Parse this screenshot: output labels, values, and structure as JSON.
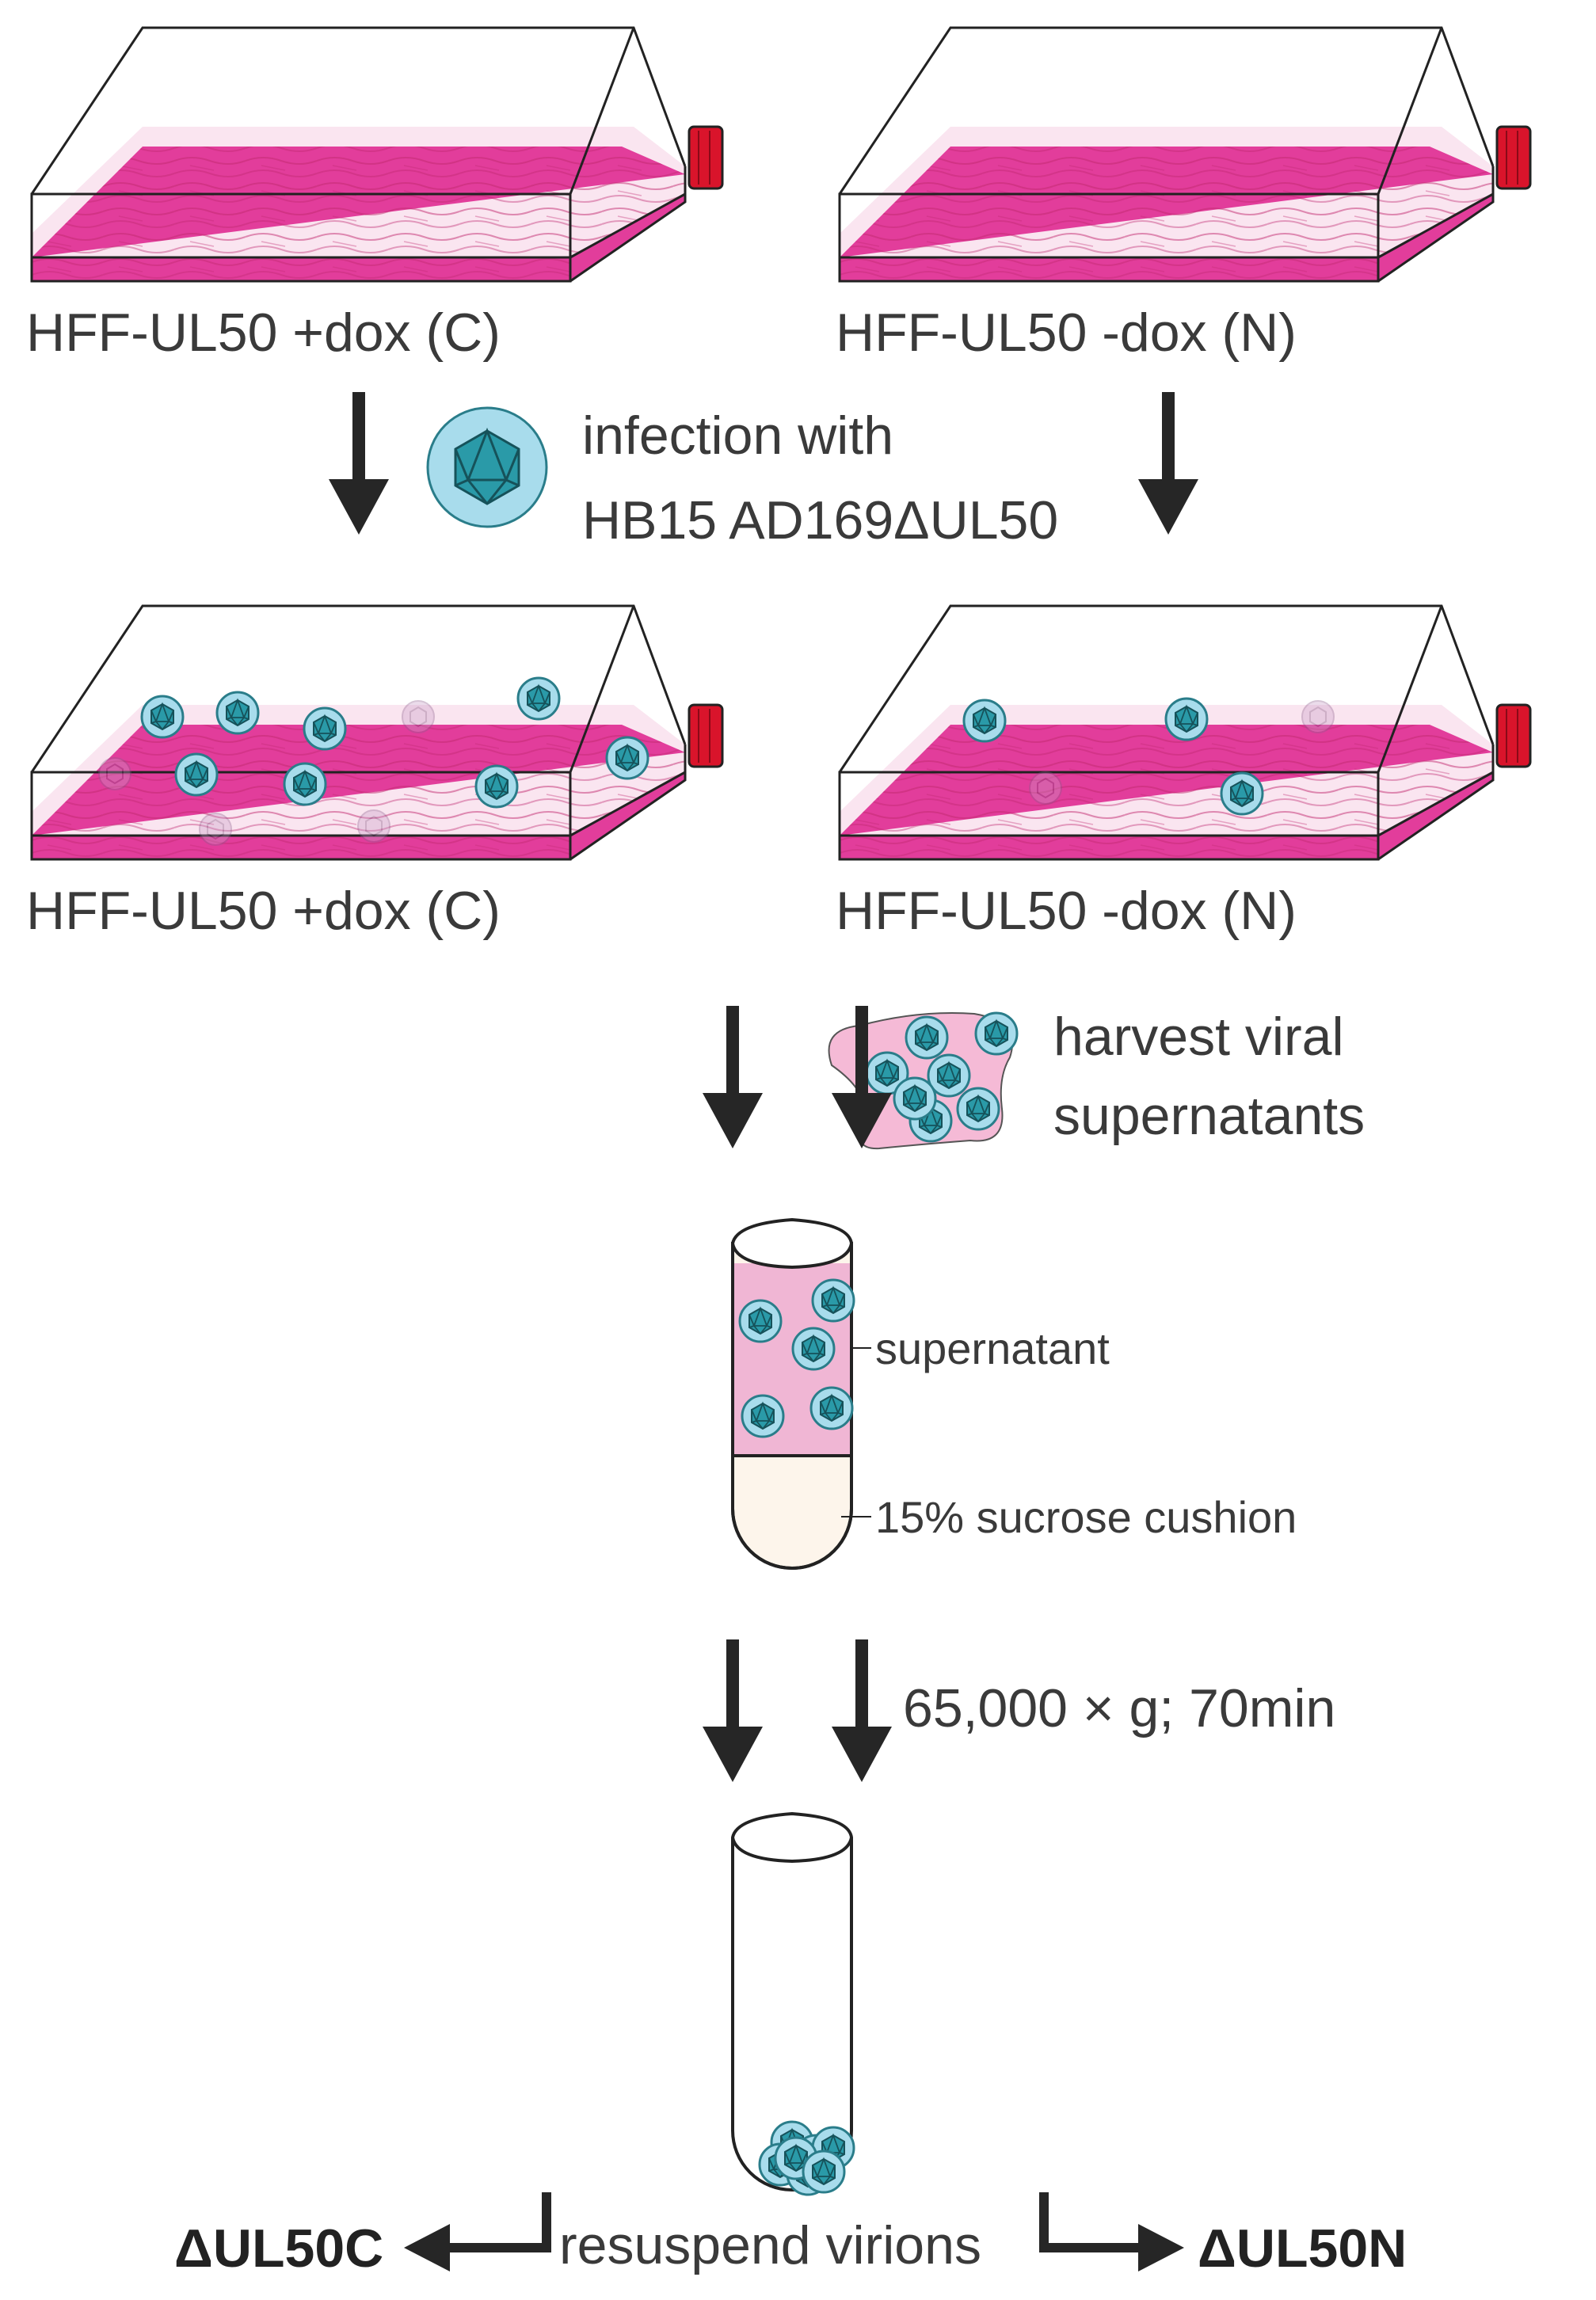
{
  "labels": {
    "flask_top_left": "HFF-UL50 +dox (C)",
    "flask_top_right": "HFF-UL50 -dox (N)",
    "flask_mid_left": "HFF-UL50 +dox (C)",
    "flask_mid_right": "HFF-UL50 -dox (N)",
    "infection_line1": "infection with",
    "infection_line2": "HB15 AD169ΔUL50",
    "harvest_line1": "harvest viral",
    "harvest_line2": "supernatants",
    "supernatant": "supernatant",
    "sucrose": "15% sucrose cushion",
    "centrifuge": "65,000 × g; 70min",
    "resuspend": "resuspend virions",
    "result_left": "ΔUL50C",
    "result_right": "ΔUL50N"
  },
  "colors": {
    "medium": "#e23d9b",
    "flask_light": "#f5cfe3",
    "cap": "#d9142b",
    "virus_halo": "#a8dcec",
    "virus_core": "#2a9aa8",
    "sucrose": "#fdf5eb",
    "supernatant_fill": "#f0b6d4",
    "arrow": "#262626"
  }
}
